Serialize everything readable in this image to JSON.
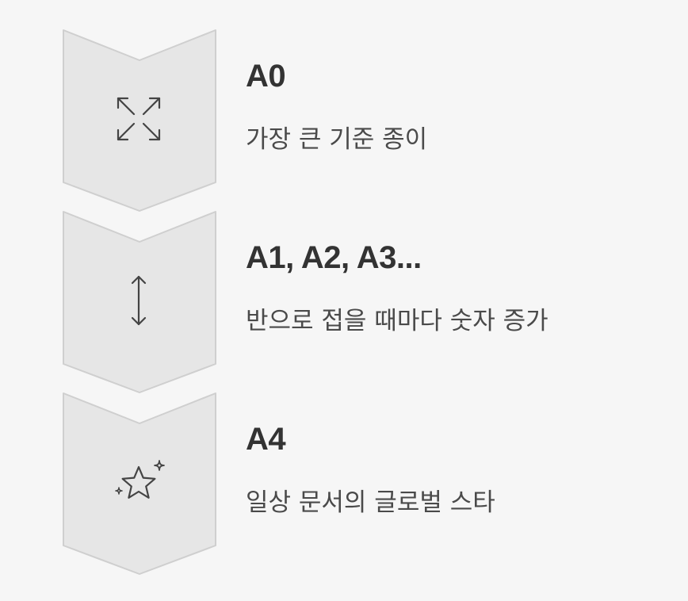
{
  "colors": {
    "background": "#f6f6f6",
    "chevron_fill": "#e6e6e6",
    "chevron_stroke": "#cfcfcf",
    "icon": "#444444",
    "title": "#333333",
    "description": "#4a4a4a"
  },
  "steps": [
    {
      "title": "A0",
      "description": "가장 큰 기준 종이",
      "icon": "expand-arrows-icon"
    },
    {
      "title": "A1, A2, A3...",
      "description": "반으로 접을 때마다 숫자 증가",
      "icon": "vertical-double-arrow-icon"
    },
    {
      "title": "A4",
      "description": "일상 문서의 글로벌 스타",
      "icon": "star-sparkle-icon"
    }
  ]
}
